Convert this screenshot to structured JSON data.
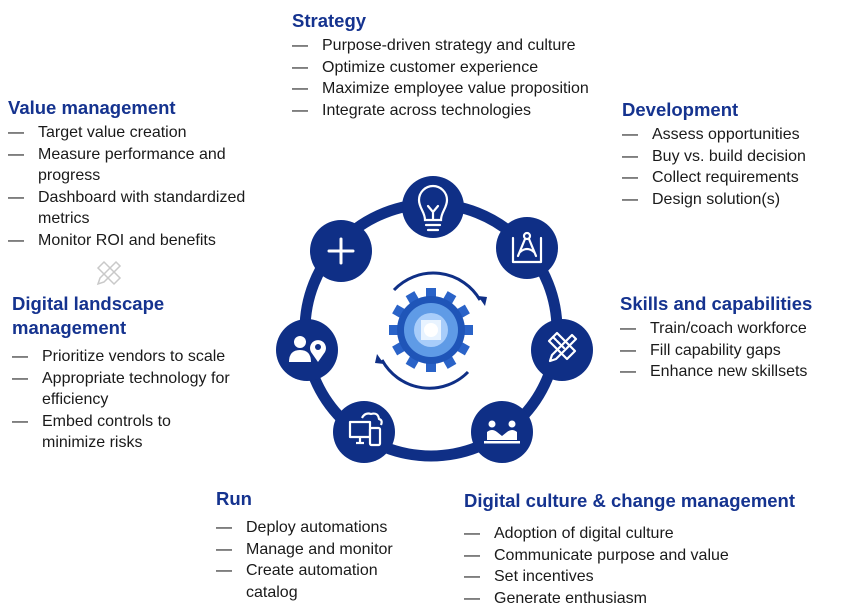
{
  "colors": {
    "heading": "#15338f",
    "ring": "#0f2f86",
    "node": "#0f2f86",
    "text": "#1a1a1a",
    "hub_light": "#cfe4ff"
  },
  "strategy": {
    "title": "Strategy",
    "items": [
      "Purpose-driven strategy and culture",
      "Optimize customer experience",
      "Maximize employee value proposition",
      "Integrate across technologies"
    ]
  },
  "value_management": {
    "title": "Value management",
    "items": [
      "Target value creation",
      "Measure performance and progress",
      "Dashboard with standardized metrics",
      "Monitor ROI and benefits"
    ]
  },
  "development": {
    "title": "Development",
    "items": [
      "Assess opportunities",
      "Buy vs. build decision",
      "Collect requirements",
      "Design solution(s)"
    ]
  },
  "digital_landscape": {
    "title": "Digital landscape management",
    "items": [
      "Prioritize vendors to scale",
      "Appropriate technology for efficiency",
      "Embed controls to minimize risks"
    ]
  },
  "skills": {
    "title": "Skills and capabilities",
    "items": [
      "Train/coach workforce",
      "Fill capability gaps",
      "Enhance new skillsets"
    ]
  },
  "run": {
    "title": "Run",
    "items": [
      "Deploy automations",
      "Manage and monitor",
      "Create automation catalog"
    ]
  },
  "digital_culture": {
    "title": "Digital culture & change management",
    "items": [
      "Adoption of digital culture",
      "Communicate purpose and value",
      "Set incentives",
      "Generate enthusiasm"
    ]
  },
  "nodes": [
    {
      "id": "strategy",
      "icon": "lightbulb-icon"
    },
    {
      "id": "development",
      "icon": "drafting-tools-icon"
    },
    {
      "id": "skills",
      "icon": "pencil-ruler-icon"
    },
    {
      "id": "digital-culture",
      "icon": "people-handshake-icon"
    },
    {
      "id": "run",
      "icon": "devices-cloud-icon"
    },
    {
      "id": "digital-landscape",
      "icon": "person-location-icon"
    },
    {
      "id": "value-management",
      "icon": "plus-icon"
    }
  ],
  "hub": {
    "icon": "gear-cycle-icon"
  }
}
